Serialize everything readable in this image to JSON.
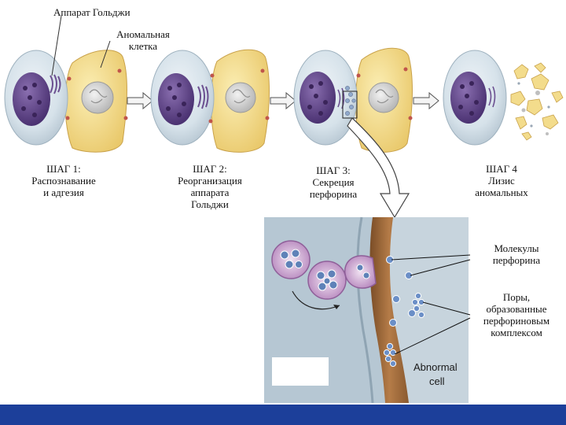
{
  "labels": {
    "golgi": "Аппарат Гольджи",
    "abnormal_cell": [
      "Аномальная",
      "клетка"
    ]
  },
  "steps": [
    {
      "title": "ШАГ 1:",
      "lines": [
        "Распознавание",
        "и адгезия"
      ]
    },
    {
      "title": "ШАГ 2:",
      "lines": [
        "Реорганизация",
        "аппарата",
        "Гольджи"
      ]
    },
    {
      "title": "ШАГ 3:",
      "lines": [
        "Секреция",
        "перфорина"
      ]
    },
    {
      "title": "ШАГ 4",
      "lines": [
        "Лизис",
        "аномальных"
      ]
    }
  ],
  "inset": {
    "perforin_molecules": [
      "Молекулы",
      "перфорина"
    ],
    "pores": [
      "Поры,",
      "образованные",
      "перфориновым",
      "комплексом"
    ],
    "cell_label": [
      "Abnormal",
      "cell"
    ]
  },
  "colors": {
    "cytoplasm": "#dbe6ee",
    "nucleus": "#6a4d8f",
    "target_cell": "#f3dc8c",
    "target_nucleus": "#d4d4d4",
    "inset_bg": "#b6c7d3",
    "membrane": "#9a6a3c",
    "vesicle": "#caa6cd",
    "granule": "#5f82b8",
    "footer": "#1c3f9a"
  },
  "icons": [
    "arrow-right-icon",
    "big-curved-arrow-icon"
  ]
}
